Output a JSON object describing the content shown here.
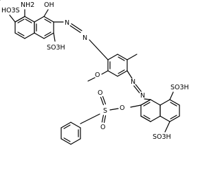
{
  "molecule": {
    "atom_labels": [
      {
        "id": "sulfo-left",
        "text": "HO3S"
      },
      {
        "id": "nh2",
        "text": "NH2"
      },
      {
        "id": "oh-top",
        "text": "OH"
      },
      {
        "id": "sulfo-mid",
        "text": "SO3H"
      },
      {
        "id": "azo1-n1",
        "text": "N"
      },
      {
        "id": "azo1-n2",
        "text": "N"
      },
      {
        "id": "methoxy-o",
        "text": "O"
      },
      {
        "id": "azo2-n1",
        "text": "N"
      },
      {
        "id": "azo2-n2",
        "text": "N"
      },
      {
        "id": "sulfo-right",
        "text": "SO3H"
      },
      {
        "id": "ester-o",
        "text": "O"
      },
      {
        "id": "sulfonyl-s",
        "text": "S"
      },
      {
        "id": "sulfonyl-o1",
        "text": "O"
      },
      {
        "id": "sulfonyl-o2",
        "text": "O"
      },
      {
        "id": "sulfo-bottom",
        "text": "SO3H"
      }
    ]
  }
}
